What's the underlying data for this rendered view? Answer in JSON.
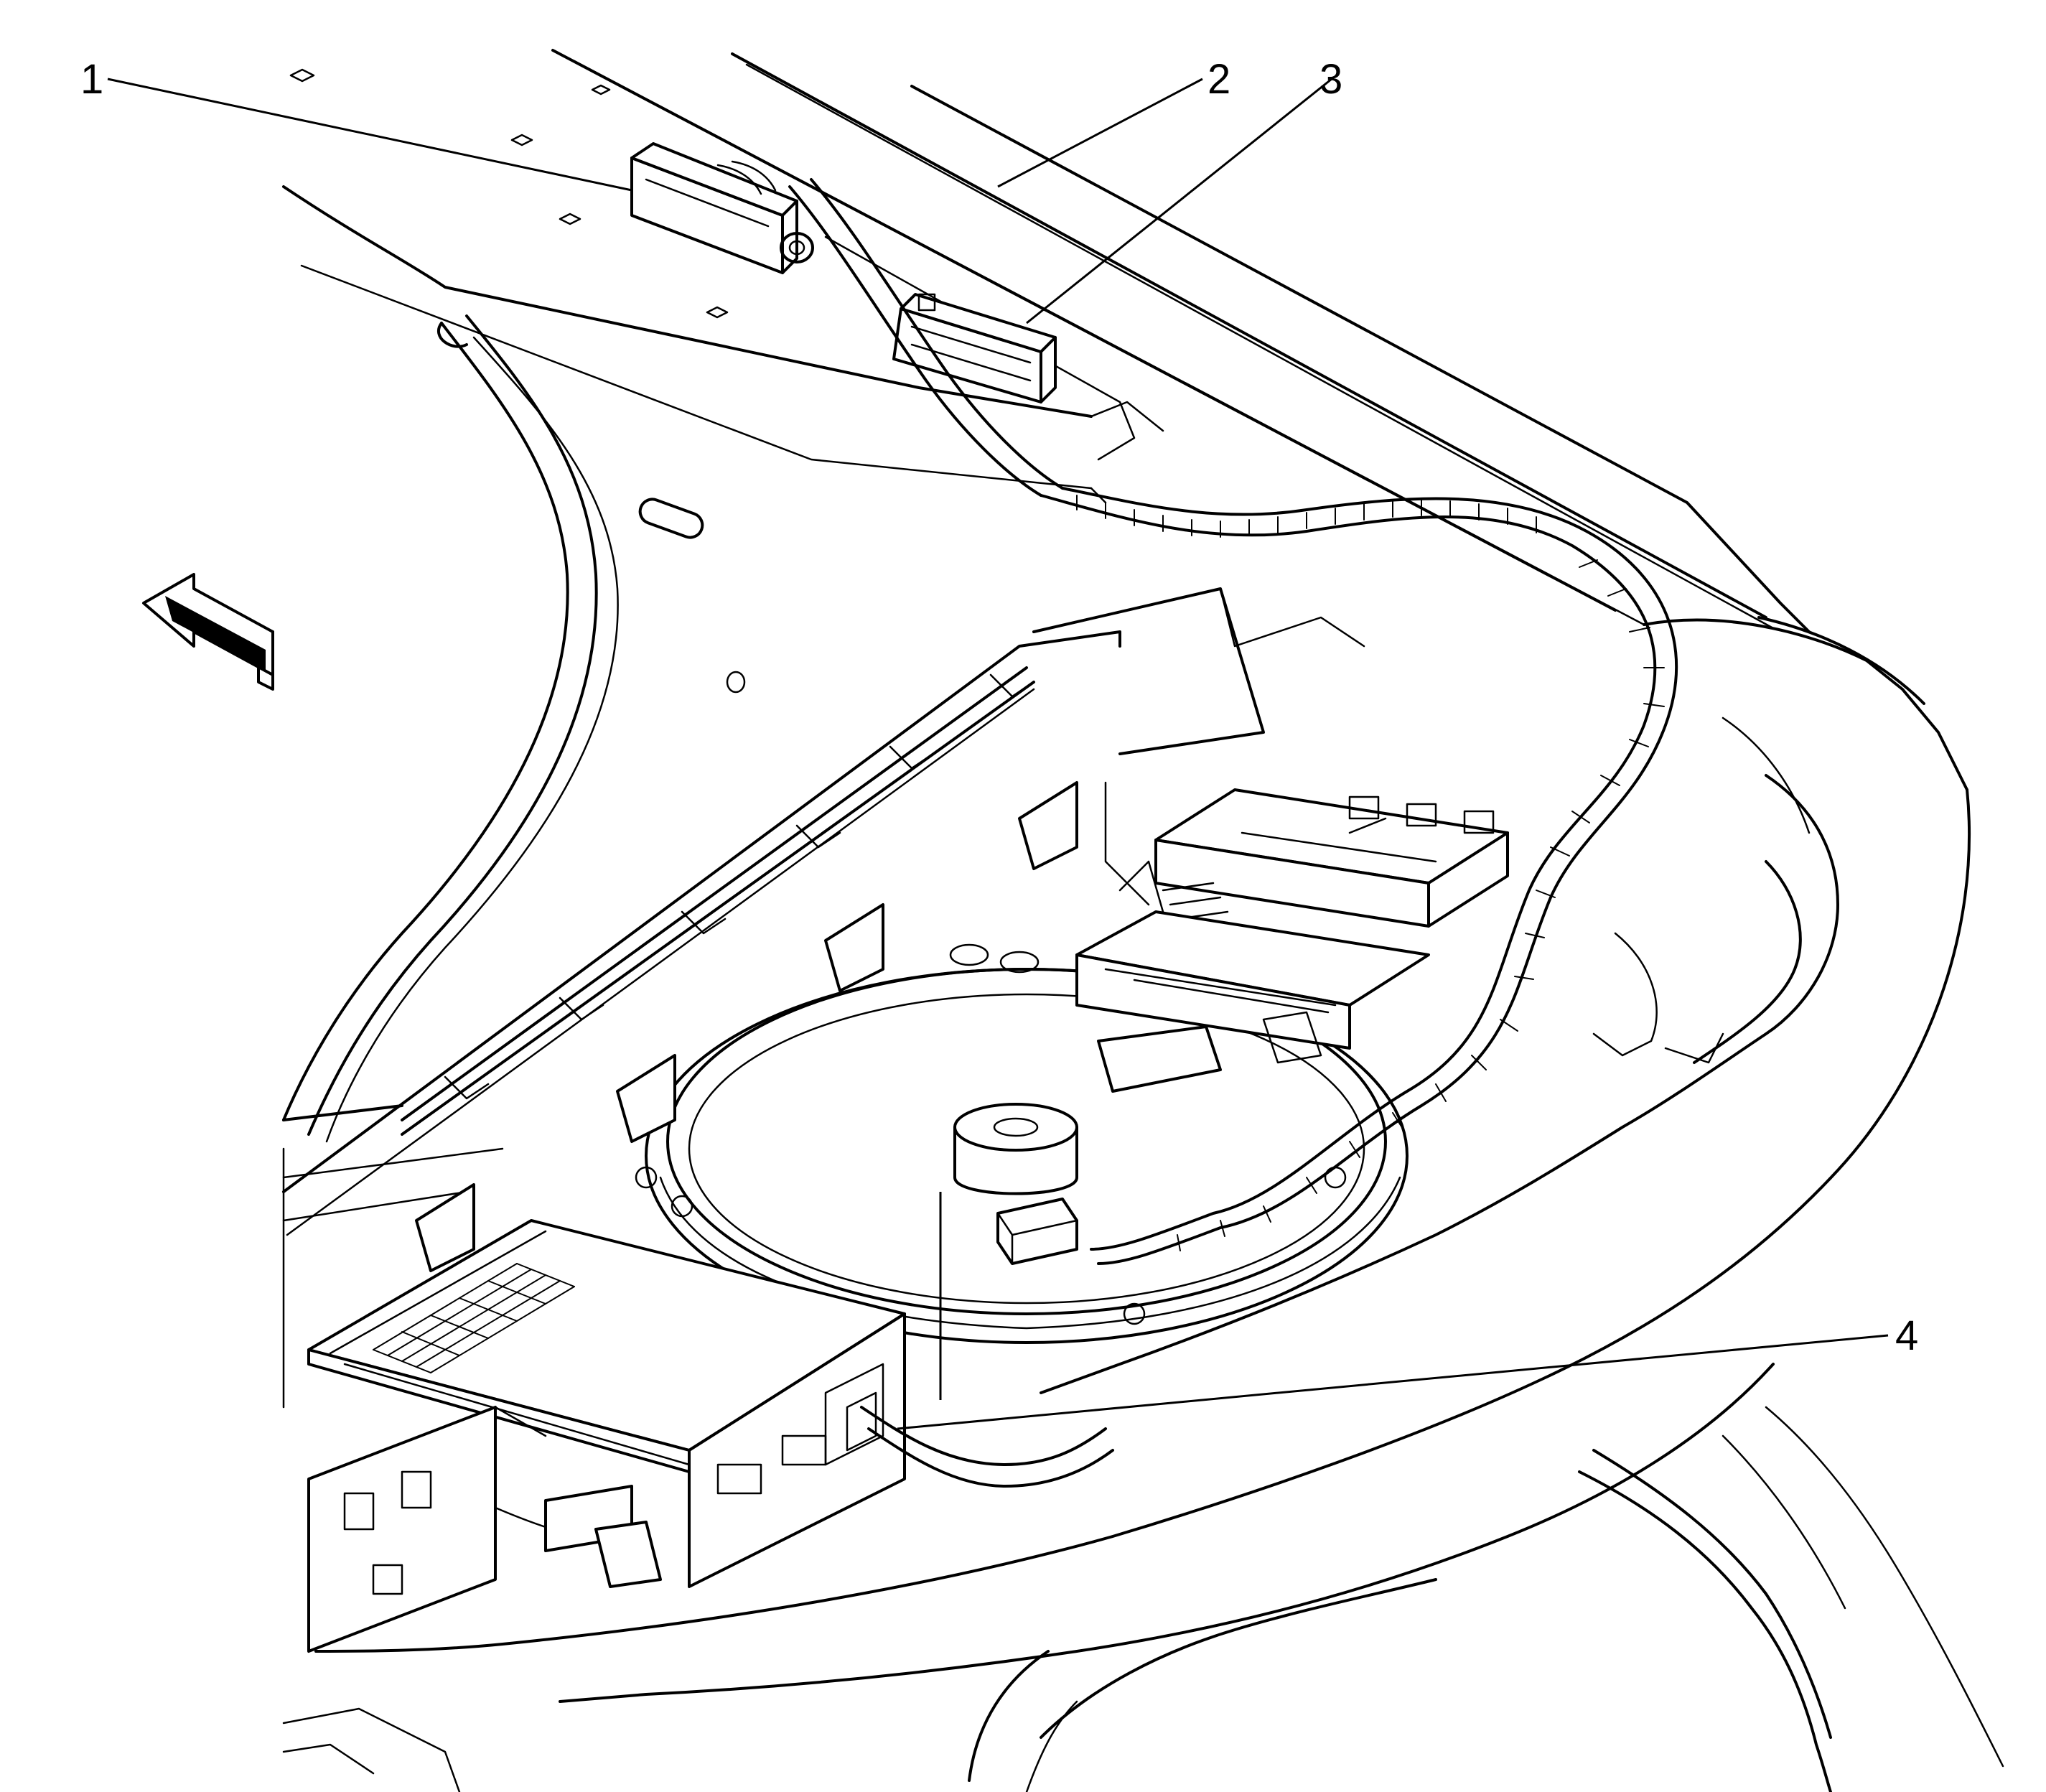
{
  "callouts": [
    {
      "id": "1",
      "label": "1"
    },
    {
      "id": "2",
      "label": "2"
    },
    {
      "id": "3",
      "label": "3"
    },
    {
      "id": "4",
      "label": "4"
    }
  ],
  "direction_arrow": {
    "meaning": "vehicle-front-direction"
  },
  "colors": {
    "line": "#000000",
    "background": "#ffffff"
  }
}
